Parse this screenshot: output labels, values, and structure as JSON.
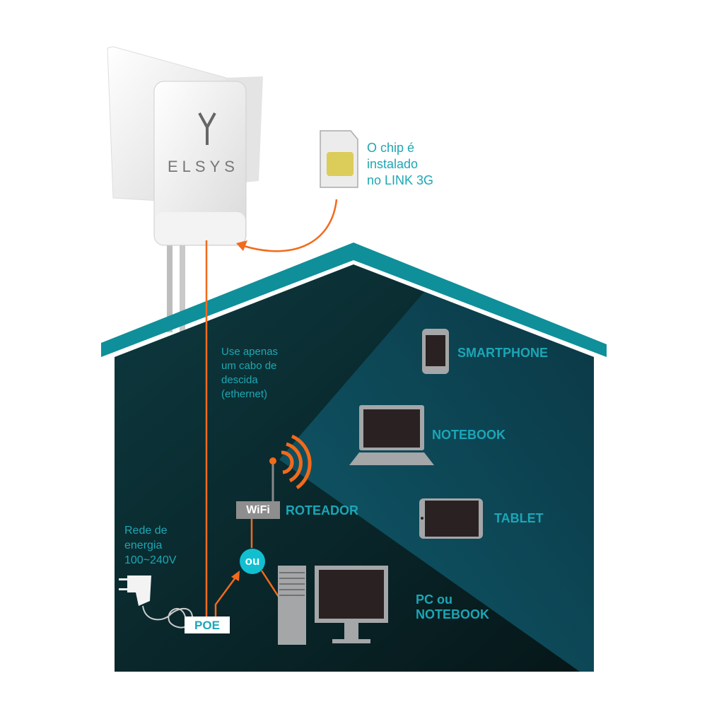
{
  "device": {
    "brand": "ELSYS",
    "logo_letter": "Y"
  },
  "chip_note": [
    "O chip é",
    "instalado",
    "no LINK 3G"
  ],
  "cable_note": [
    "Use apenas",
    "um cabo de",
    "descida",
    "(ethernet)"
  ],
  "power_note": [
    "Rede de",
    "energia",
    "100~240V"
  ],
  "poe_label": "POE",
  "or_label": "ou",
  "wifi_label": "WiFi",
  "router_label": "ROTEADOR",
  "devices": {
    "smartphone": "SMARTPHONE",
    "notebook": "NOTEBOOK",
    "tablet": "TABLET",
    "pc": [
      "PC ou",
      "NOTEBOOK"
    ]
  },
  "colors": {
    "teal": "#0f8f99",
    "orange": "#f26a1b",
    "label": "#1ea7b3",
    "dark": "#0b1d20"
  }
}
